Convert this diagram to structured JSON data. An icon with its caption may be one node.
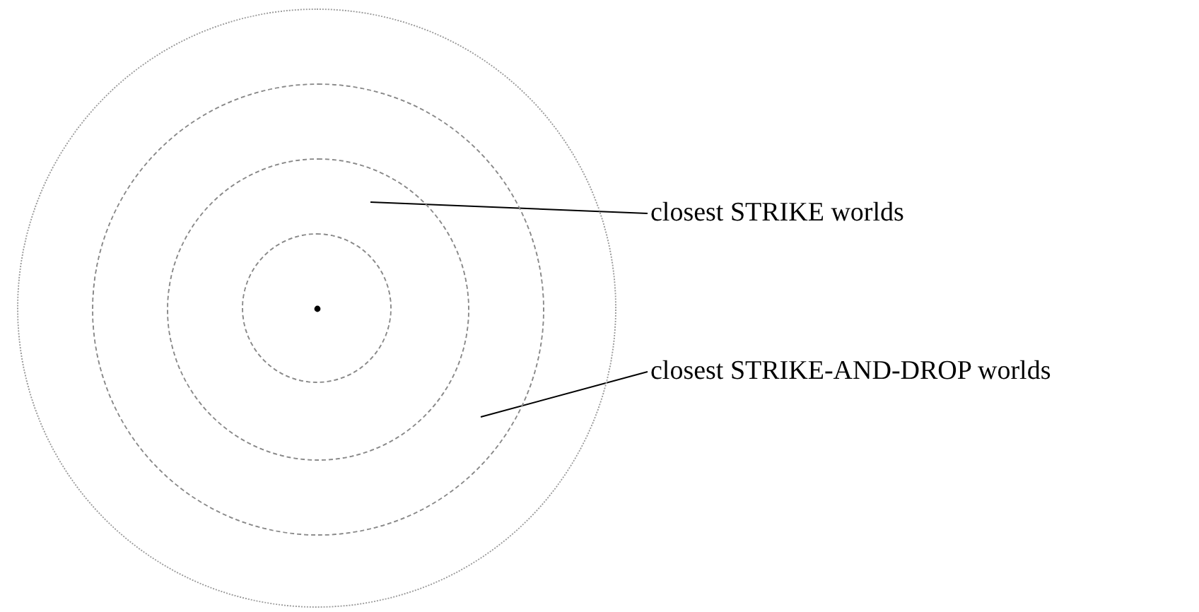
{
  "diagram": {
    "nodes": [
      {
        "text": [],
        "shape": "circle"
      },
      {
        "text": [],
        "shape": "circle",
        "in": 0
      },
      {
        "text": [],
        "shape": "circle",
        "in": 1
      },
      {
        "text": [],
        "shape": "circle",
        "in": 2
      },
      {
        "text": [
          "closest STRIKE worlds"
        ]
      },
      {
        "text": [
          "closest STRIKE-AND-DROP worlds"
        ]
      }
    ],
    "edges": [
      {
        "from": 4,
        "to": 2,
        "arrow": "none"
      },
      {
        "from": 5,
        "to": 1,
        "arrow": "none"
      }
    ]
  }
}
